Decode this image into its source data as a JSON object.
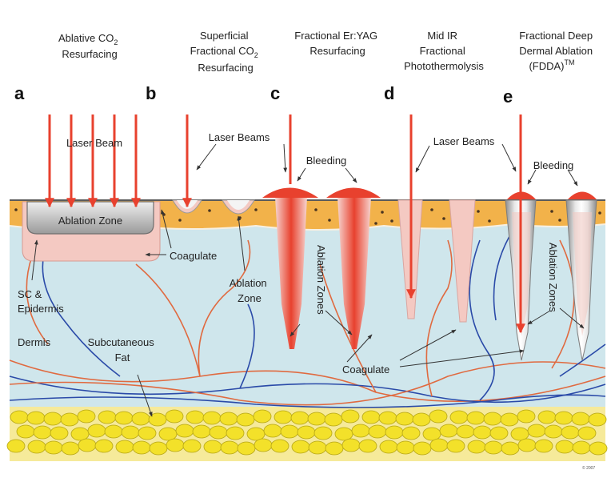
{
  "headings": {
    "a": [
      "Ablative CO",
      "2",
      "Resurfacing"
    ],
    "b": [
      "Superficial",
      "Fractional CO",
      "2",
      "Resurfacing"
    ],
    "c": [
      "Fractional Er:YAG",
      "Resurfacing"
    ],
    "d": [
      "Mid IR",
      "Fractional",
      "Photothermolysis"
    ],
    "e": [
      "Fractional Deep",
      "Dermal Ablation",
      "(FDDA)",
      "TM"
    ]
  },
  "panel_letters": [
    "a",
    "b",
    "c",
    "d",
    "e"
  ],
  "labels": {
    "laser_beam": "Laser Beam",
    "ablation_zone": "Ablation Zone",
    "laser_beams_b": "Laser Beams",
    "coagulate_b": "Coagulate",
    "ablation_zone_b": [
      "Ablation",
      "Zone"
    ],
    "bleeding_c": "Bleeding",
    "ablation_zones_c": "Ablation Zones",
    "laser_beams_d": "Laser Beams",
    "bleeding_e": "Bleeding",
    "ablation_zones_e": "Ablation Zones",
    "sc_epidermis": [
      "SC &",
      "Epidermis"
    ],
    "dermis": "Dermis",
    "subcutaneous_fat": [
      "Subcutaneous",
      "Fat"
    ],
    "coagulate_bottom": "Coagulate",
    "copyright": "© 2007"
  },
  "colors": {
    "dermis": "#cfe6ec",
    "epidermis": "#f2b24a",
    "fat": "#f3e12a",
    "fat_outline": "#b5a514",
    "laser": "#e8412e",
    "vessel_red": "#e06a40",
    "vessel_blue": "#2a4aa8",
    "ablation_pink": "#f4c9c2",
    "coagulate_grey": "#a8a8a8"
  }
}
